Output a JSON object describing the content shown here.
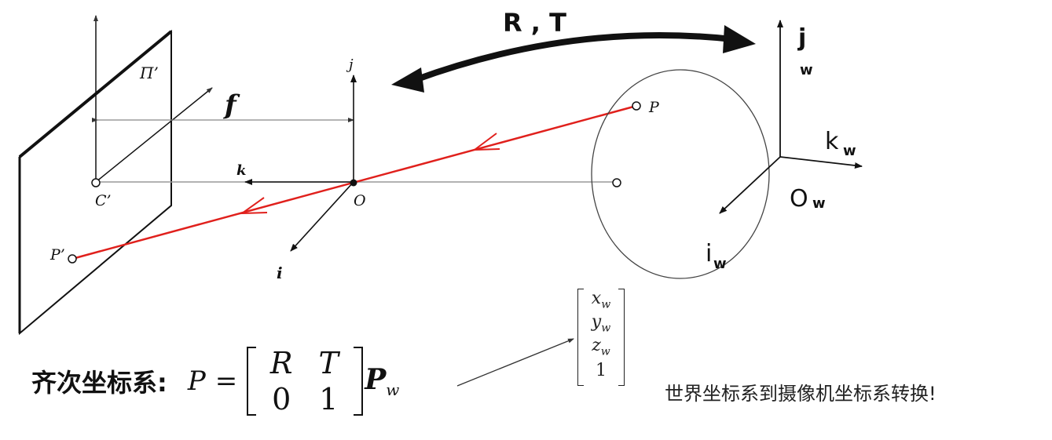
{
  "labels": {
    "rt": "R , T",
    "pi_prime": "Π’",
    "f": "f",
    "j": "j",
    "k": "k",
    "i": "i",
    "O": "O",
    "C_prime": "C’",
    "P": "P",
    "P_prime": "P’",
    "jw": "j",
    "jw_sub": "w",
    "kw": "k",
    "kw_sub": "w",
    "Ow": "O",
    "Ow_sub": "w",
    "iw": "i",
    "iw_sub": "w"
  },
  "formula": {
    "label": "齐次坐标系:",
    "lhs": "P",
    "eq": "=",
    "matrix": [
      "R",
      "T",
      "0",
      "1"
    ],
    "pw": "P",
    "pw_sub": "w"
  },
  "vector": {
    "entries": [
      {
        "base": "x",
        "sub": "w"
      },
      {
        "base": "y",
        "sub": "w"
      },
      {
        "base": "z",
        "sub": "w"
      },
      {
        "base": "1",
        "sub": ""
      }
    ]
  },
  "caption": "世界坐标系到摄像机坐标系转换!",
  "colors": {
    "ray": "#e0201c",
    "stroke": "#111111",
    "thin": "#666666"
  },
  "icons": {
    "circle_marker": "open-circle",
    "arrow": "arrowhead"
  }
}
